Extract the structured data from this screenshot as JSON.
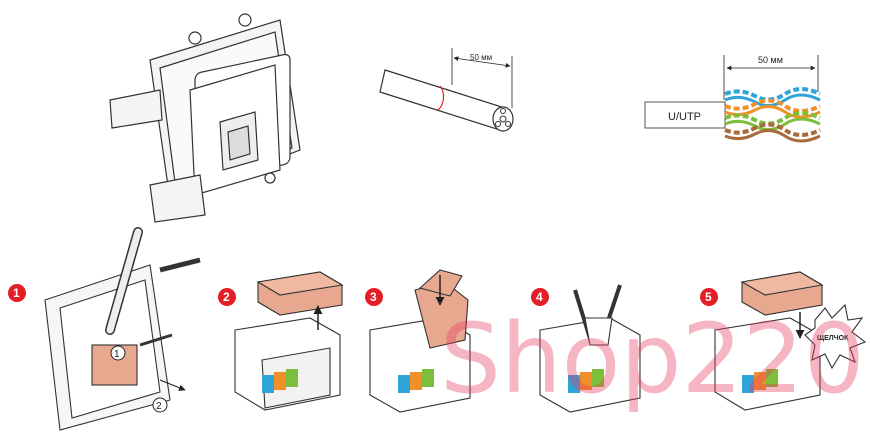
{
  "cable_strip": {
    "length_label": "50 мм"
  },
  "pair_strip": {
    "length_label": "50 мм",
    "cable_label": "U/UTP"
  },
  "steps": [
    {
      "number": "1",
      "callouts": [
        "1",
        "2"
      ]
    },
    {
      "number": "2"
    },
    {
      "number": "3"
    },
    {
      "number": "4"
    },
    {
      "number": "5",
      "click_label": "ЩЕЛЧОК"
    }
  ],
  "watermark": "Shop220",
  "colors": {
    "step_badge": "#e41e26",
    "cover": "#e8a890",
    "wire_blue": "#2ea4d8",
    "wire_orange": "#f0902a",
    "wire_green": "#7bbf3b",
    "wire_brown": "#a86a3a"
  }
}
